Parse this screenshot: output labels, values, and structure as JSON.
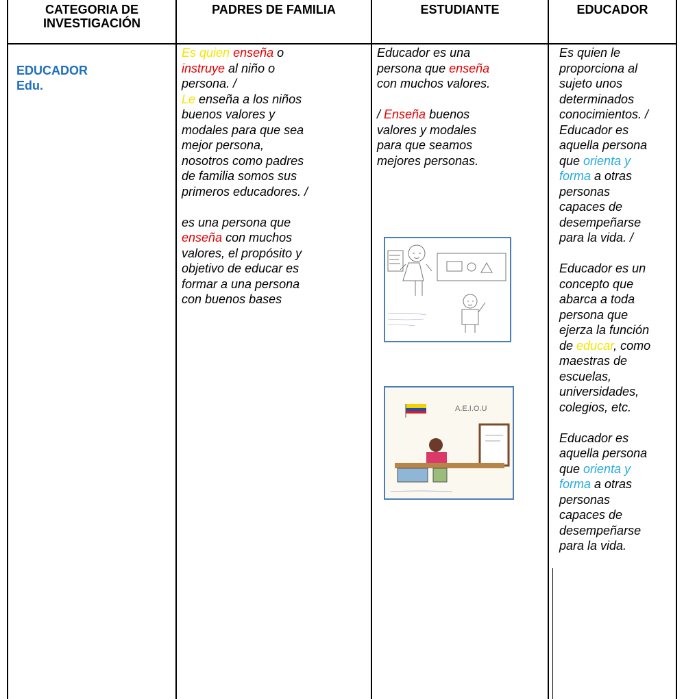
{
  "headers": {
    "category": [
      "CATEGORIA DE",
      "INVESTIGACIÓN"
    ],
    "parents": "PADRES DE FAMILIA",
    "student": "ESTUDIANTE",
    "educator": "EDUCADOR"
  },
  "category": {
    "name": "EDUCADOR",
    "abbr": "Edu."
  },
  "parents": {
    "p1": {
      "t1": "Es quien",
      "t2": "enseña",
      "t3": " o",
      "t4": "instruye",
      "t5": " al niño o",
      "t6": "persona. /"
    },
    "p2": {
      "t1": "Le",
      "t2": " enseña a los niños",
      "t3": "buenos valores y",
      "t4": "modales para que sea",
      "t5": "mejor persona,",
      "t6": "nosotros como padres",
      "t7": "de familia somos sus",
      "t8": "primeros educadores. /"
    },
    "p3": {
      "t1": "es una persona que",
      "t2": "enseña",
      "t3": " con muchos",
      "t4": "valores,  el propósito y",
      "t5": "objetivo de educar es",
      "t6": "formar a una persona",
      "t7": "con buenos bases"
    }
  },
  "student": {
    "p1": {
      "t1": "Educador es una",
      "t2": "persona que ",
      "t3": "enseña",
      "t4": "con muchos valores."
    },
    "p2": {
      "t1": "/ ",
      "t2": "Enseña",
      "t3": " buenos",
      "t4": "valores y modales",
      "t5": "para que seamos",
      "t6": "mejores personas."
    },
    "drawing2_caption": "A.E.I.O.U"
  },
  "educator": {
    "p1": {
      "l1": "Es quien le",
      "l2": "proporciona al",
      "l3": "sujeto unos",
      "l4": "determinados",
      "l5": "conocimientos. /",
      "l6": "Educador es",
      "l7": "aquella persona",
      "l8a": "que ",
      "l8b": "orienta y",
      "l9a": "forma",
      "l9b": " a otras",
      "l10": "personas",
      "l11": "capaces de",
      "l12": "desempeñarse",
      "l13": "para la vida. /"
    },
    "p2": {
      "l1": "Educador es un",
      "l2": "concepto que",
      "l3": "abarca a toda",
      "l4": "persona que",
      "l5": "ejerza la función",
      "l6a": "de ",
      "l6b": "educar",
      "l6c": ", como",
      "l7": "maestras de",
      "l8": "escuelas,",
      "l9": "universidades,",
      "l10": "colegios, etc."
    },
    "p3": {
      "l1": "Educador es",
      "l2": "aquella persona",
      "l3a": "que ",
      "l3b": "orienta y",
      "l4a": "forma",
      "l4b": " a otras",
      "l5": "personas",
      "l6": "capaces de",
      "l7": "desempeñarse",
      "l8": "para la vida."
    }
  },
  "colors": {
    "category": "#1f6fbd",
    "yellow": "#f5e400",
    "red": "#e30000",
    "cyan": "#25a9e0",
    "drawing_border": "#4a7ebb"
  }
}
